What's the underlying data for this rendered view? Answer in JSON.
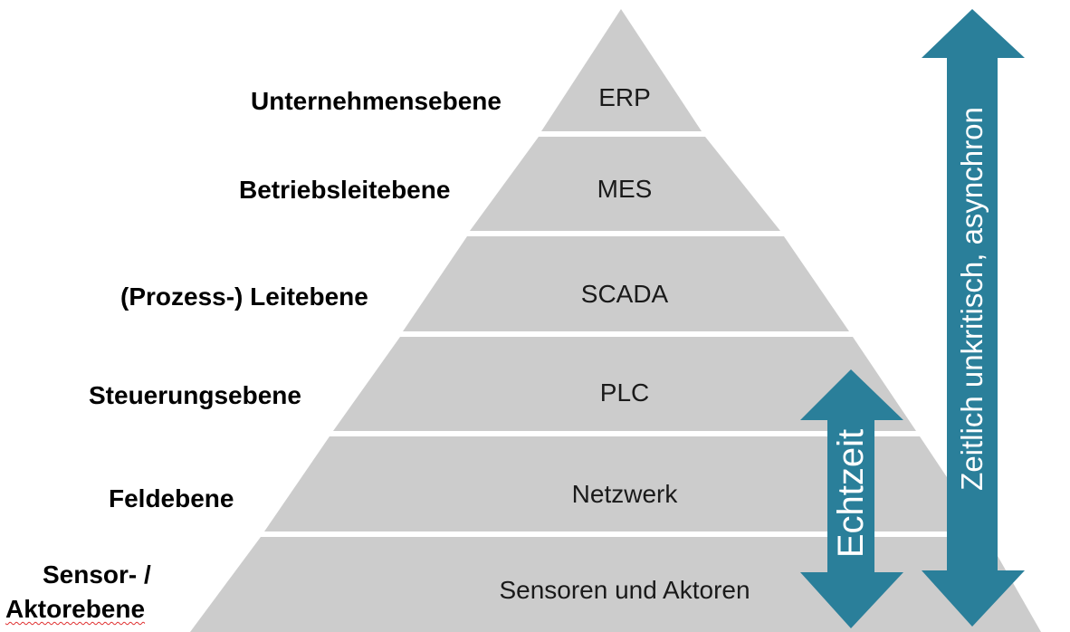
{
  "levels": [
    {
      "label": "Unternehmensebene",
      "system": "ERP"
    },
    {
      "label": "Betriebsleitebene",
      "system": "MES"
    },
    {
      "label": "(Prozess-) Leitebene",
      "system": "SCADA"
    },
    {
      "label": "Steuerungsebene",
      "system": "PLC"
    },
    {
      "label": "Feldebene",
      "system": "Netzwerk"
    },
    {
      "label_line1": "Sensor- /",
      "label_line2": "Aktorebene",
      "system": "Sensoren und Aktoren"
    }
  ],
  "arrows": {
    "realtime": "Echtzeit",
    "non_realtime": "Zeitlich unkritisch, asynchron"
  },
  "colors": {
    "pyramid": "#cccccc",
    "arrow": "#2a7f9a",
    "separator": "#ffffff"
  }
}
